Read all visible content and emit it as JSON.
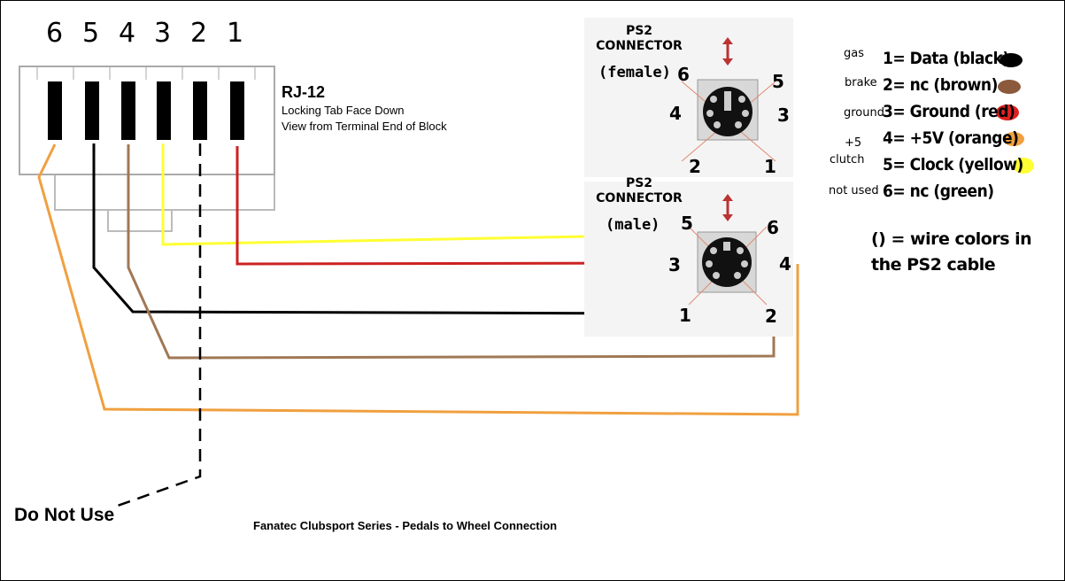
{
  "rj12": {
    "pin_numbers": [
      "6",
      "5",
      "4",
      "3",
      "2",
      "1"
    ],
    "title": "RJ-12",
    "subtitle_1": "Locking Tab Face Down",
    "subtitle_2": "View from Terminal End of Block"
  },
  "female_connector": {
    "title_1": "PS2",
    "title_2": "CONNECTOR",
    "gender": "(female)",
    "pins": {
      "p6": "6",
      "p5": "5",
      "p4": "4",
      "p3": "3",
      "p2": "2",
      "p1": "1"
    }
  },
  "male_connector": {
    "title_1": "PS2",
    "title_2": "CONNECTOR",
    "gender": "(male)",
    "pins": {
      "p5": "5",
      "p6": "6",
      "p3": "3",
      "p4": "4",
      "p1": "1",
      "p2": "2"
    }
  },
  "legend": [
    {
      "side": "gas",
      "text": "1= Data (black)",
      "color": "#000000"
    },
    {
      "side": "brake",
      "text": "2= nc (brown)",
      "color": "#8b5a3c"
    },
    {
      "side": "ground",
      "text": "3= Ground (red)",
      "color": "#e02020"
    },
    {
      "side": "+5",
      "text": "4= +5V (orange)",
      "color": "#f0a040"
    },
    {
      "side": "clutch",
      "text": "5= Clock (yellow)",
      "color": "#ffff33"
    },
    {
      "side": "not used",
      "text": "6= nc (green)",
      "color": null
    }
  ],
  "note_1": "() = wire colors in",
  "note_2": "the PS2 cable",
  "do_not_use": "Do Not Use",
  "caption": "Fanatec Clubsport Series - Pedals to Wheel Connection",
  "wire_colors": {
    "black": "#000000",
    "brown": "#a07855",
    "red": "#cc2222",
    "orange": "#f0a040",
    "yellow": "#ffff33"
  }
}
